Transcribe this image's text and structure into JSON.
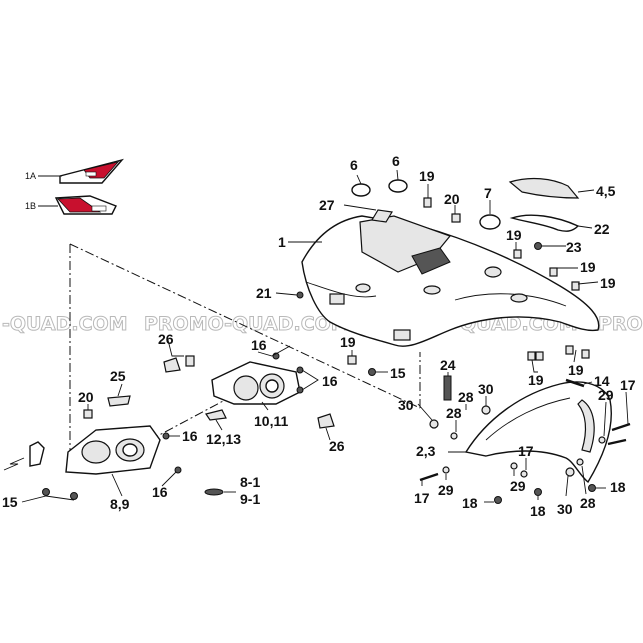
{
  "watermark": {
    "segments": [
      "-QUAD.COM",
      "PROMO-QUAD.COM",
      "PROMO-QUAD.COM",
      "PRO"
    ]
  },
  "decals": {
    "label_1a": "1A",
    "label_1b": "1B"
  },
  "callouts": {
    "c_1": "1",
    "c_2_3": "2,3",
    "c_4_5": "4,5",
    "c_6a": "6",
    "c_6b": "6",
    "c_7": "7",
    "c_8_9": "8,9",
    "c_8_1": "8-1",
    "c_9_1": "9-1",
    "c_10_11": "10,11",
    "c_12_13": "12,13",
    "c_14": "14",
    "c_15a": "15",
    "c_15b": "15",
    "c_16a": "16",
    "c_16b": "16",
    "c_16c": "16",
    "c_16d": "16",
    "c_17a": "17",
    "c_17b": "17",
    "c_17c": "17",
    "c_18a": "18",
    "c_18b": "18",
    "c_18c": "18",
    "c_19a": "19",
    "c_19b": "19",
    "c_19c": "19",
    "c_19d": "19",
    "c_19e": "19",
    "c_19f": "19",
    "c_19g": "19",
    "c_20a": "20",
    "c_20b": "20",
    "c_21": "21",
    "c_22": "22",
    "c_23": "23",
    "c_24": "24",
    "c_25": "25",
    "c_26a": "26",
    "c_26b": "26",
    "c_27": "27",
    "c_28a": "28",
    "c_28b": "28",
    "c_28c": "28",
    "c_29a": "29",
    "c_29b": "29",
    "c_29c": "29",
    "c_30a": "30",
    "c_30b": "30",
    "c_30c": "30"
  }
}
